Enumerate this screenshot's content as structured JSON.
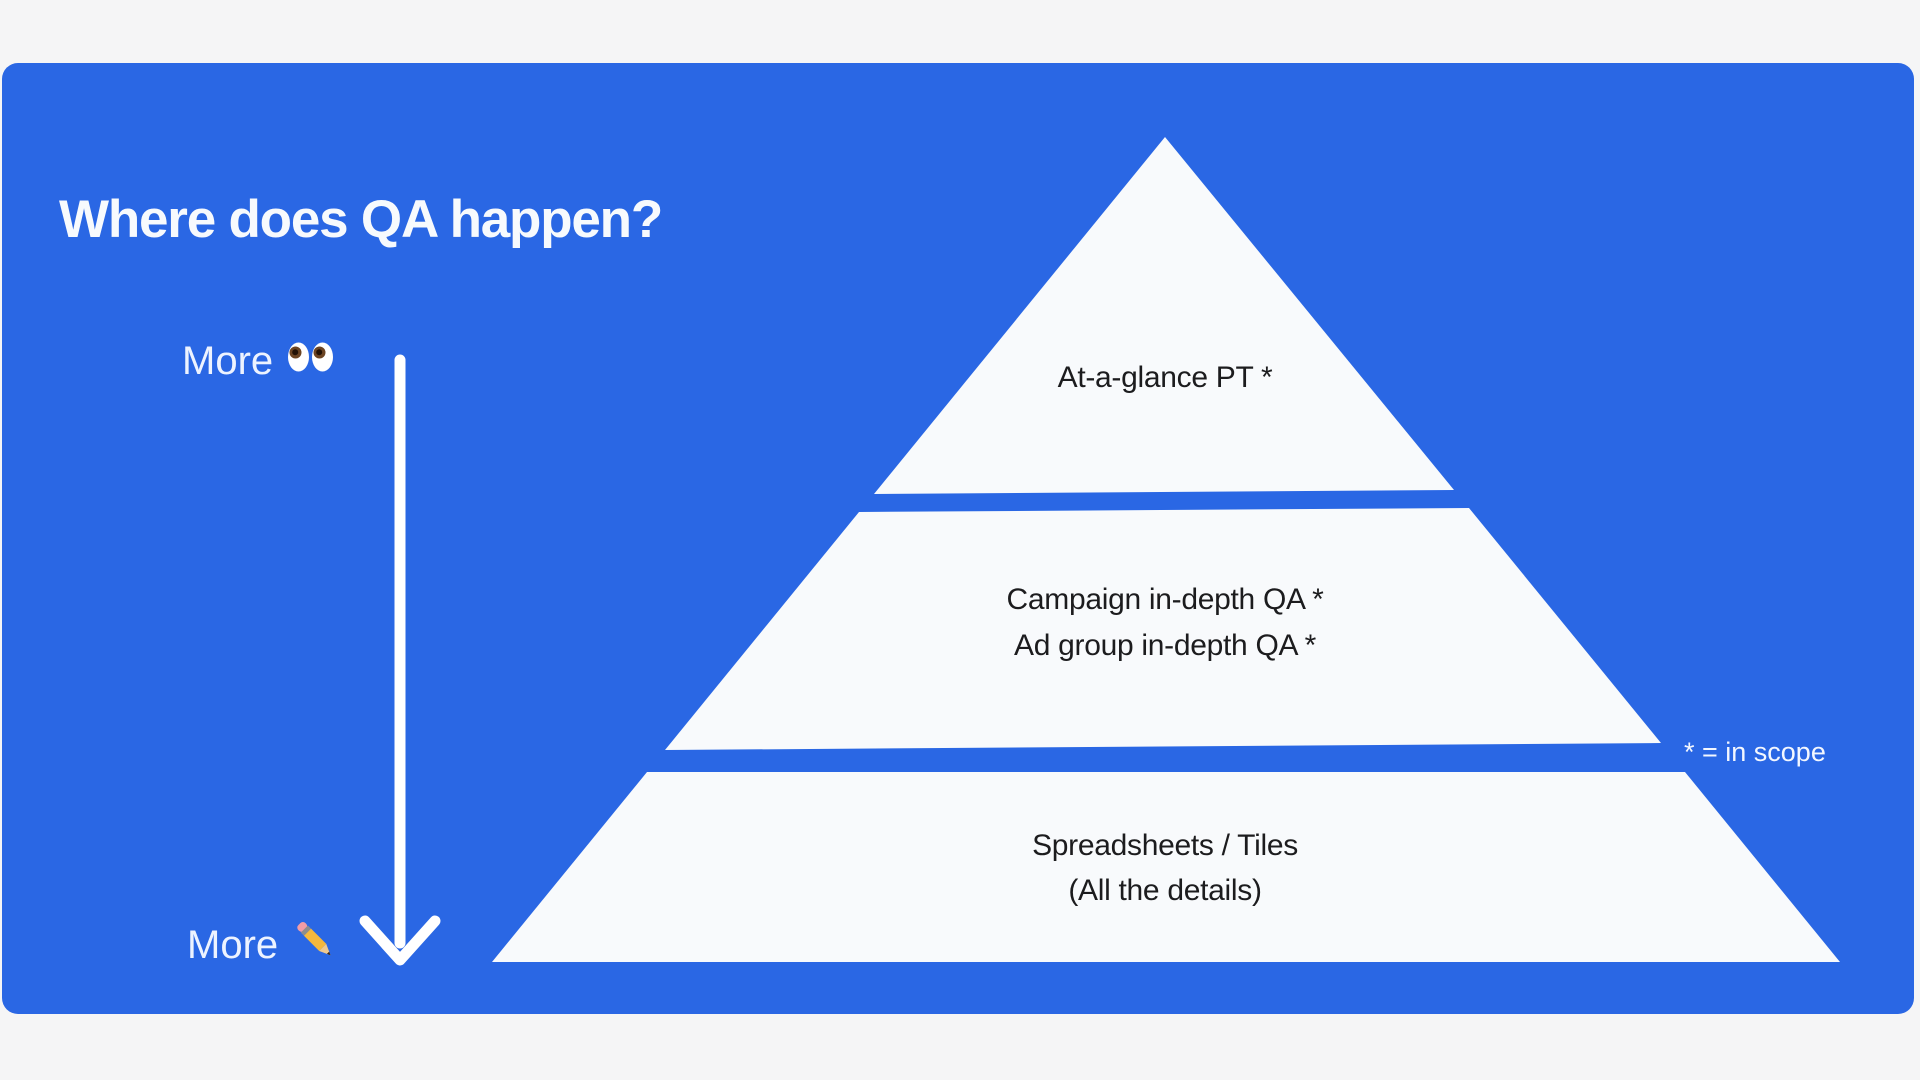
{
  "slide": {
    "title": "Where does QA happen?"
  },
  "colors": {
    "slide_background": "#2A67E4",
    "page_background": "#F5F5F6",
    "pyramid_fill": "#F8FAFC",
    "pyramid_text": "#1C1C1E",
    "light_text": "#EDF3FF"
  },
  "orientation_axis": {
    "top_label": "More",
    "top_icon": "eyes-emoji",
    "bottom_label": "More",
    "bottom_icon": "pencil-emoji",
    "arrow_direction": "down"
  },
  "pyramid": {
    "type": "pyramid",
    "levels": [
      {
        "position": "top",
        "lines": [
          "At-a-glance PT *"
        ]
      },
      {
        "position": "middle",
        "lines": [
          "Campaign in-depth QA *",
          "Ad group in-depth QA *"
        ]
      },
      {
        "position": "bottom",
        "lines": [
          "Spreadsheets / Tiles",
          "(All the details)"
        ]
      }
    ]
  },
  "legend": {
    "note": "* = in scope"
  }
}
